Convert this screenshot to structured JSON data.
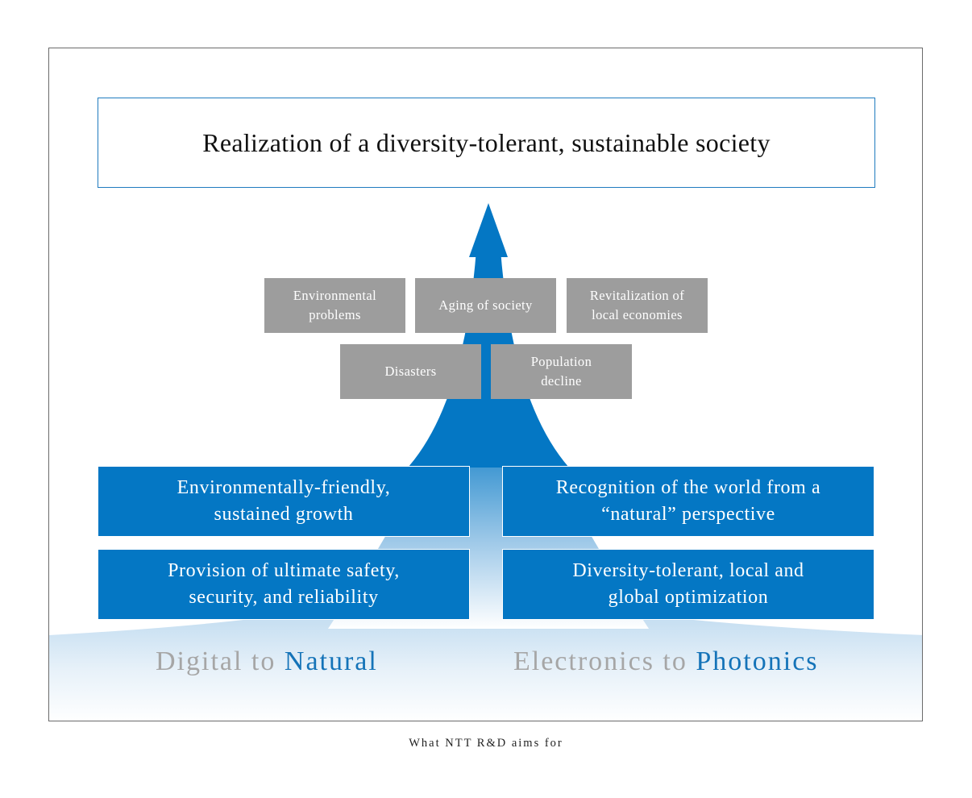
{
  "goal": {
    "title": "Realization of a diversity-tolerant, sustainable society"
  },
  "issues": [
    {
      "label": "Environmental\nproblems"
    },
    {
      "label": "Aging of society"
    },
    {
      "label": "Revitalization of\nlocal economies"
    },
    {
      "label": "Disasters"
    },
    {
      "label": "Population\ndecline"
    }
  ],
  "pillars": [
    {
      "label": "Environmentally-friendly,\nsustained growth"
    },
    {
      "label": "Recognition of the world from a\n“natural” perspective"
    },
    {
      "label": "Provision of ultimate safety,\nsecurity, and reliability"
    },
    {
      "label": "Diversity-tolerant, local and\nglobal optimization"
    }
  ],
  "slogans": {
    "left_prefix": "Digital to ",
    "left_highlight": "Natural",
    "right_prefix": "Electronics to ",
    "right_highlight": "Photonics"
  },
  "caption": "What NTT R&D aims for",
  "colors": {
    "accent_blue": "#0477c4",
    "issue_grey": "#9d9d9d",
    "slogan_grey": "#a6a6a6",
    "slogan_blue": "#1473b8"
  },
  "icons": {
    "arrow": "upward-arrow-icon"
  }
}
